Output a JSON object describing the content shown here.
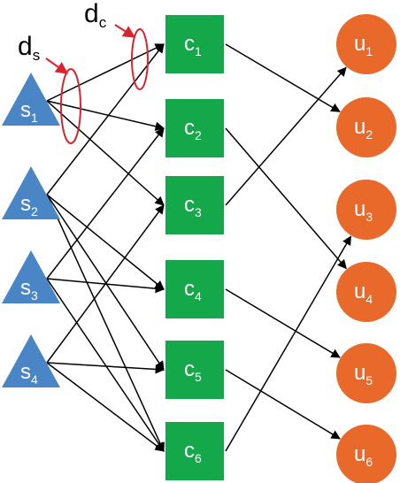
{
  "sources": [
    {
      "id": "s1",
      "base": "s",
      "sub": "1"
    },
    {
      "id": "s2",
      "base": "s",
      "sub": "2"
    },
    {
      "id": "s3",
      "base": "s",
      "sub": "3"
    },
    {
      "id": "s4",
      "base": "s",
      "sub": "4"
    }
  ],
  "caches": [
    {
      "id": "c1",
      "base": "c",
      "sub": "1"
    },
    {
      "id": "c2",
      "base": "c",
      "sub": "2"
    },
    {
      "id": "c3",
      "base": "c",
      "sub": "3"
    },
    {
      "id": "c4",
      "base": "c",
      "sub": "4"
    },
    {
      "id": "c5",
      "base": "c",
      "sub": "5"
    },
    {
      "id": "c6",
      "base": "c",
      "sub": "6"
    }
  ],
  "users": [
    {
      "id": "u1",
      "base": "u",
      "sub": "1"
    },
    {
      "id": "u2",
      "base": "u",
      "sub": "2"
    },
    {
      "id": "u3",
      "base": "u",
      "sub": "3"
    },
    {
      "id": "u4",
      "base": "u",
      "sub": "4"
    },
    {
      "id": "u5",
      "base": "u",
      "sub": "5"
    },
    {
      "id": "u6",
      "base": "u",
      "sub": "6"
    }
  ],
  "annotations": {
    "ds": {
      "base": "d",
      "sub": "s"
    },
    "dc": {
      "base": "d",
      "sub": "c"
    }
  },
  "edges": [
    [
      "s1",
      "c1"
    ],
    [
      "s1",
      "c2"
    ],
    [
      "s1",
      "c3"
    ],
    [
      "s2",
      "c1"
    ],
    [
      "s2",
      "c4"
    ],
    [
      "s2",
      "c5"
    ],
    [
      "s2",
      "c6"
    ],
    [
      "s3",
      "c2"
    ],
    [
      "s3",
      "c4"
    ],
    [
      "s3",
      "c6"
    ],
    [
      "s4",
      "c3"
    ],
    [
      "s4",
      "c5"
    ],
    [
      "s4",
      "c6"
    ],
    [
      "c1",
      "u2"
    ],
    [
      "c2",
      "u4"
    ],
    [
      "c3",
      "u1"
    ],
    [
      "c4",
      "u5"
    ],
    [
      "c5",
      "u6"
    ],
    [
      "c6",
      "u3"
    ]
  ],
  "colors": {
    "source": "#4a86c5",
    "cache": "#14a84a",
    "user": "#e8692a",
    "edge": "#000000",
    "ellipse": "#d9232e",
    "arrow_red": "#d9232e"
  }
}
